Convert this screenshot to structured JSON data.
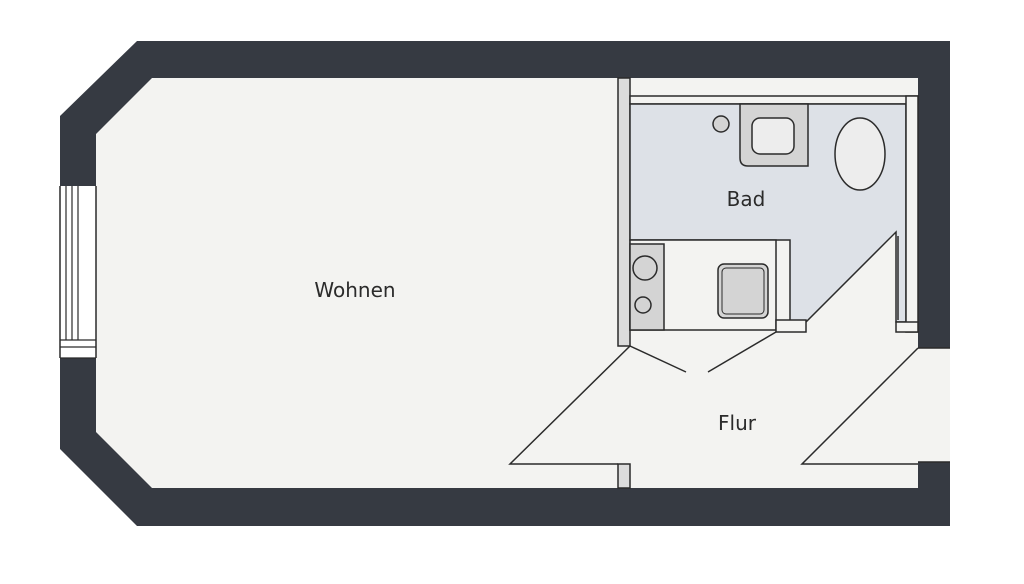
{
  "rooms": {
    "wohnen": "Wohnen",
    "bad": "Bad",
    "flur": "Flur"
  },
  "colors": {
    "wall": "#363a42",
    "floor": "#f3f3f1",
    "bathroom_floor": "#dde1e7",
    "fixture": "#d4d4d4",
    "outline": "#2b2b2b"
  },
  "icons": [
    "window-icon",
    "toilet-icon",
    "sink-icon",
    "stove-icon",
    "kitchen-sink-icon",
    "door-swing-icon"
  ]
}
